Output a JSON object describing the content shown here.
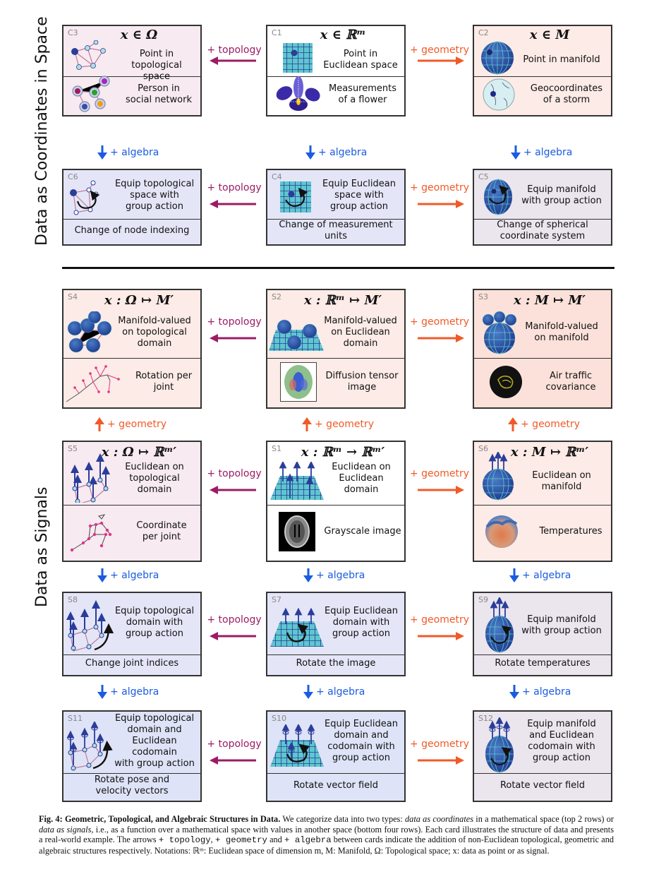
{
  "section_labels": {
    "coordinates": "Data as Coordinates in Space",
    "signals": "Data as Signals"
  },
  "colors": {
    "topology": "#9b1c64",
    "geometry": "#f05a28",
    "algebra": "#1a5ce0"
  },
  "edge_labels": {
    "topology": "+ topology",
    "geometry": "+ geometry",
    "algebra": "+ algebra"
  },
  "cards": {
    "C3": {
      "id": "C3",
      "formula": "x ∈ Ω",
      "top_text": "Point in\ntopological space",
      "bottom_text": "Person in\nsocial network"
    },
    "C1": {
      "id": "C1",
      "formula": "x ∈ ℝᵐ",
      "top_text": "Point in\nEuclidean space",
      "bottom_text": "Measurements\nof a flower"
    },
    "C2": {
      "id": "C2",
      "formula": "x ∈ M",
      "top_text": "Point in manifold",
      "bottom_text": "Geocoordinates\nof a storm"
    },
    "C6": {
      "id": "C6",
      "top_text": "Equip topological\nspace with\ngroup action",
      "bottom_text": "Change of node indexing"
    },
    "C4": {
      "id": "C4",
      "top_text": "Equip Euclidean\nspace with\ngroup action",
      "bottom_text": "Change of measurement\nunits"
    },
    "C5": {
      "id": "C5",
      "top_text": "Equip manifold\nwith group action",
      "bottom_text": "Change of spherical\ncoordinate system"
    },
    "S4": {
      "id": "S4",
      "formula": "x : Ω ↦ M′",
      "top_text": "Manifold-valued\non topological\ndomain",
      "bottom_text": "Rotation per\njoint"
    },
    "S2": {
      "id": "S2",
      "formula": "x : ℝᵐ ↦ M′",
      "top_text": "Manifold-valued\non Euclidean\ndomain",
      "bottom_text": "Diffusion tensor\nimage"
    },
    "S3": {
      "id": "S3",
      "formula": "x : M ↦ M′",
      "top_text": "Manifold-valued\non manifold",
      "bottom_text": "Air traffic\ncovariance"
    },
    "S5": {
      "id": "S5",
      "formula": "x : Ω ↦ ℝᵐ′",
      "top_text": "Euclidean on\ntopological\ndomain",
      "bottom_text": "Coordinate\nper joint"
    },
    "S1": {
      "id": "S1",
      "formula": "x : ℝᵐ → ℝᵐ′",
      "top_text": "Euclidean on\nEuclidean\ndomain",
      "bottom_text": "Grayscale image"
    },
    "S6": {
      "id": "S6",
      "formula": "x : M ↦ ℝᵐ′",
      "top_text": "Euclidean on\nmanifold",
      "bottom_text": "Temperatures"
    },
    "S8": {
      "id": "S8",
      "top_text": "Equip topological\ndomain with\ngroup action",
      "bottom_text": "Change joint indices"
    },
    "S7": {
      "id": "S7",
      "top_text": "Equip Euclidean\ndomain with\ngroup action",
      "bottom_text": "Rotate the image"
    },
    "S9": {
      "id": "S9",
      "top_text": "Equip manifold\nwith group action",
      "bottom_text": "Rotate temperatures"
    },
    "S11": {
      "id": "S11",
      "top_text": "Equip topological\ndomain and\nEuclidean\ncodomain\nwith group action",
      "bottom_text": "Rotate pose and\nvelocity vectors"
    },
    "S10": {
      "id": "S10",
      "top_text": "Equip Euclidean\ndomain and\ncodomain with\ngroup action",
      "bottom_text": "Rotate vector field"
    },
    "S12": {
      "id": "S12",
      "top_text": "Equip manifold\nand Euclidean\ncodomain with\ngroup action",
      "bottom_text": "Rotate vector field"
    }
  },
  "caption": {
    "fig_label": "Fig. 4: Geometric, Topological, and Algebraic Structures in Data.",
    "t1": " We categorize data into two types: ",
    "i1": "data as coordinates",
    "t2": " in a mathematical space (top 2 rows) or ",
    "i2": "data as signals",
    "t3": ", i.e., as a function over a mathematical space with values in another space (bottom four rows). Each card illustrates the structure of data and presents a real-world example. The arrows ",
    "m1": "+ topology",
    "t4": ", ",
    "m2": "+ geometry",
    "t5": " and ",
    "m3": "+ algebra",
    "t6": " between cards indicate the addition of non-Euclidean topological, geometric and algebraic structures respectively. Notations: ℝᵐ: Euclidean space of dimension m, M: Manifold, Ω: Topological space; x: data as point or as signal."
  }
}
